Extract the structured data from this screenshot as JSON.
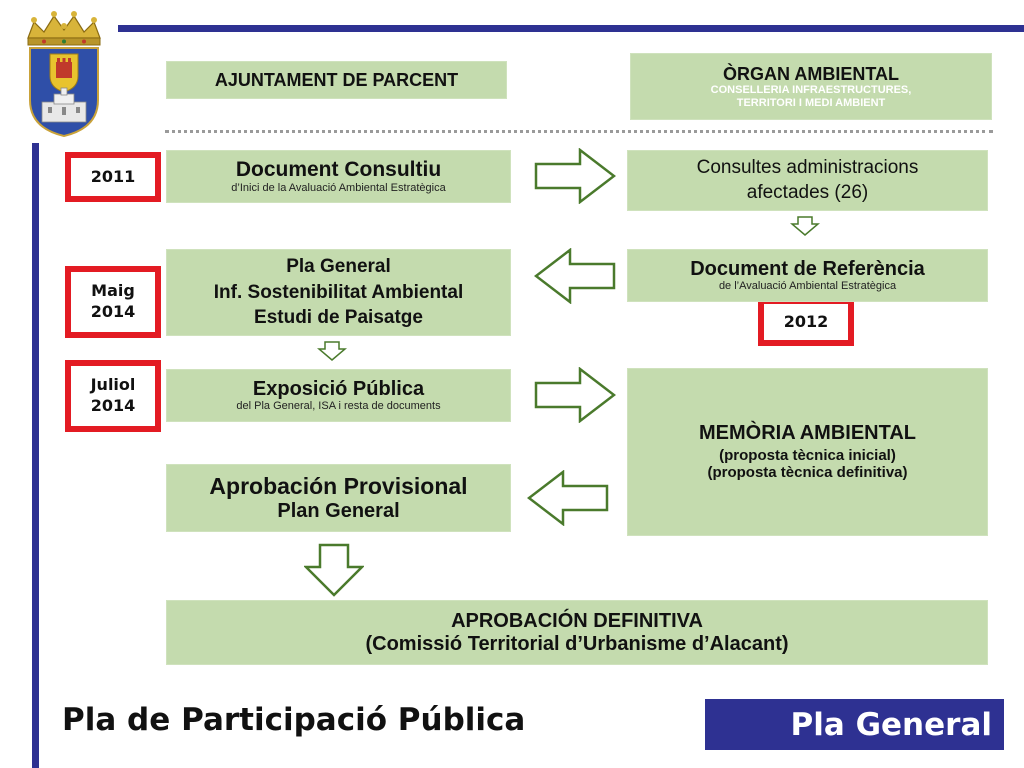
{
  "header": {
    "left_box": "AJUNTAMENT DE PARCENT",
    "right_box": {
      "title": "ÒRGAN AMBIENTAL",
      "subtitle_line1": "CONSELLERIA INFRAESTRUCTURES,",
      "subtitle_line2": "TERRITORI I MEDI AMBIENT"
    }
  },
  "dates": {
    "d2011": "2011",
    "maig_line1": "Maig",
    "maig_line2": "2014",
    "d2012": "2012",
    "juliol_line1": "Juliol",
    "juliol_line2": "2014"
  },
  "boxes": {
    "consultiu": {
      "title": "Document Consultiu",
      "subtitle": "d’Inici de la Avaluació Ambiental Estratègica"
    },
    "consultes": {
      "line1": "Consultes administracions",
      "line2": "afectades (26)"
    },
    "referencia": {
      "title": "Document de Referència",
      "subtitle": "de l’Avaluació Ambiental Estratègica"
    },
    "pla_general": {
      "line1": "Pla General",
      "line2": "Inf. Sostenibilitat Ambiental",
      "line3": "Estudi de Paisatge"
    },
    "exposicio": {
      "title": "Exposició Pública",
      "subtitle": "del Pla General, ISA i resta de documents"
    },
    "memoria": {
      "title": "MEMÒRIA AMBIENTAL",
      "line1": "(proposta tècnica inicial)",
      "line2": "(proposta tècnica definitiva)"
    },
    "aprobacion_provisional": {
      "title": "Aprobación Provisional",
      "subtitle": "Plan General"
    },
    "aprobacion_definitiva": {
      "line1": "APROBACIÓN DEFINITIVA",
      "line2": "(Comissió Territorial d’Urbanisme d’Alacant)"
    }
  },
  "footer": {
    "title": "Pla de Participació Pública",
    "badge": "Pla General"
  },
  "colors": {
    "navy": "#2e3192",
    "box_green": "#c4dbae",
    "arrow_green": "#4a7a2c",
    "date_red": "#e31b23"
  },
  "icons": [
    "coat-of-arms",
    "arrow-right",
    "arrow-left",
    "arrow-down"
  ]
}
